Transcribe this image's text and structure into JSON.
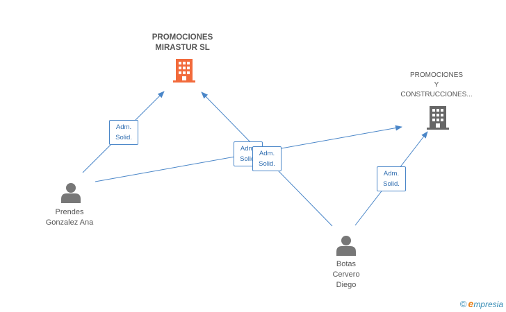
{
  "nodes": {
    "company_main": {
      "line1": "PROMOCIONES",
      "line2": "MIRASTUR SL",
      "color": "#f26a3b"
    },
    "company_secondary": {
      "line1": "PROMOCIONES",
      "line2": "Y",
      "line3": "CONSTRUCCIONES...",
      "color": "#666666"
    },
    "person_prendes": {
      "line1": "Prendes",
      "line2": "Gonzalez Ana"
    },
    "person_botas": {
      "line1": "Botas",
      "line2": "Cervero",
      "line3": "Diego"
    }
  },
  "edges": [
    {
      "line1": "Adm.",
      "line2": "Solid."
    },
    {
      "line1": "Adm.",
      "line2": "Solid."
    },
    {
      "line1": "Adm.",
      "line2": "Solid."
    },
    {
      "line1": "Adm.",
      "line2": "Solid."
    }
  ],
  "colors": {
    "edge": "#4a86c8",
    "person": "#777777"
  },
  "footer": {
    "copyright": "©",
    "brand_e": "e",
    "brand_rest": "mpresia"
  }
}
